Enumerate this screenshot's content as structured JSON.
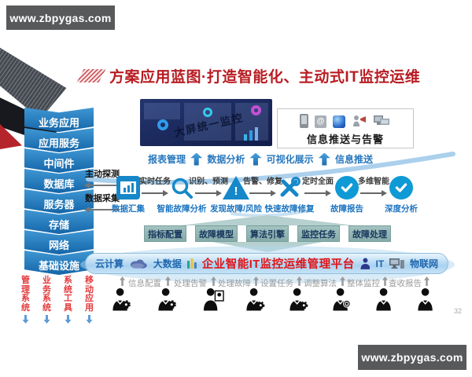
{
  "header": {
    "logo_top": "www.zbpygas.com",
    "title": "方案应用蓝图·打造智能化、主动式IT监控运维"
  },
  "footer": {
    "logo_bottom": "www.zbpygas.com",
    "page_number": "32"
  },
  "stack": {
    "layers": [
      "业务应用",
      "应用服务",
      "中间件",
      "数据库",
      "服务器",
      "存储",
      "网络",
      "基础设施"
    ]
  },
  "app_types": [
    "管理系统",
    "业务系统",
    "系统工具",
    "移动应用"
  ],
  "dashboard": {
    "watermark": "大屏统一监控"
  },
  "alert_box": {
    "title": "信息推送与告警"
  },
  "output_row": {
    "labels": [
      "报表管理",
      "数据分析",
      "可视化展示",
      "信息推送"
    ]
  },
  "probe": {
    "top": "主动探测",
    "bottom": "数据采集"
  },
  "flow": {
    "nodes": [
      {
        "label": "数据汇集"
      },
      {
        "label": "智能故障分析"
      },
      {
        "label": "发现故障/风险"
      },
      {
        "label": "快速故障修复"
      },
      {
        "label": "故障报告"
      },
      {
        "label": "深度分析"
      }
    ],
    "arrows": [
      {
        "label": "实时任务"
      },
      {
        "label": "识别、预测"
      },
      {
        "label": "告警、修复"
      },
      {
        "label": "定时全面"
      },
      {
        "label": "多维智能"
      }
    ]
  },
  "capabilities": [
    "指标配置",
    "故障模型",
    "算法引擎",
    "监控任务",
    "故障处理"
  ],
  "platform": {
    "title": "企业智能IT监控运维管理平台",
    "cloud": "云计算",
    "bigdata": "大数据",
    "it": "IT",
    "iot": "物联网"
  },
  "roles": [
    "信息配置",
    "处理告警",
    "处理故障",
    "设置任务",
    "调整算法",
    "整体监控",
    "查收报告"
  ],
  "colors": {
    "accent_red": "#b81c22",
    "platform_red": "#e01418",
    "flow_blue": "#1688c9",
    "label_blue": "#1d75c0",
    "stack_blue": "#1a6fb8",
    "teal_box": "#93b7b5",
    "app_type_red": "#e4393c"
  }
}
